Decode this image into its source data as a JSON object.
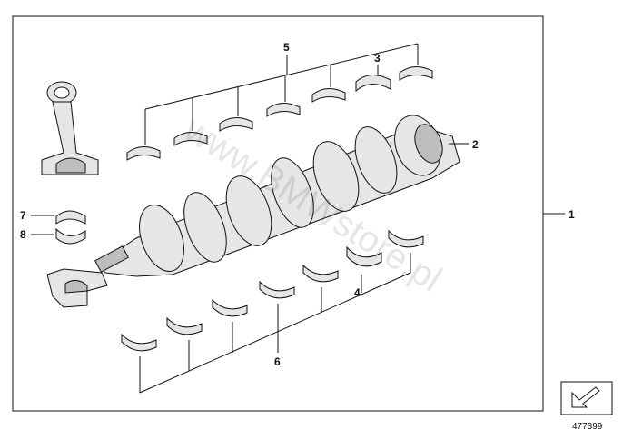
{
  "diagram": {
    "callouts": {
      "main_assembly": "1",
      "crankshaft": "2",
      "thrust_bearing_upper": "3",
      "thrust_bearing_lower": "4",
      "upper_bearing_shells": "5",
      "lower_bearing_shells": "6",
      "conrod_bearing_upper": "7",
      "conrod_bearing_lower": "8"
    },
    "watermark": "www.BMWstore.pl",
    "reference_number": "477399"
  }
}
